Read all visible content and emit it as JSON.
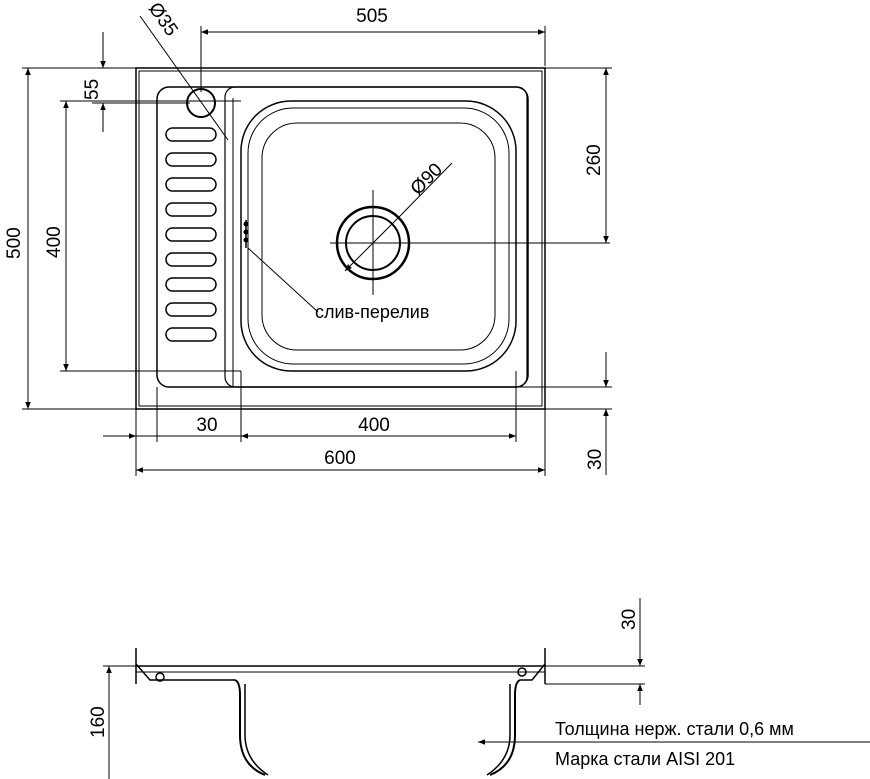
{
  "plan_view": {
    "dimensions": {
      "overall_width": "600",
      "overall_depth": "500",
      "bowl_width": "400",
      "bowl_depth": "400",
      "top_offset": "505",
      "tap_hole_offset": "55",
      "drain_offset": "260",
      "margin_left": "30",
      "margin_bottom": "30",
      "tap_hole_diameter": "Ø35",
      "drain_diameter": "Ø90"
    },
    "callout": "слив-перелив"
  },
  "section_view": {
    "dimensions": {
      "rim_height": "30",
      "bowl_height": "160"
    },
    "notes": {
      "thickness": "Толщина нерж. стали 0,6 мм",
      "grade": "Марка стали AISI 201"
    }
  }
}
